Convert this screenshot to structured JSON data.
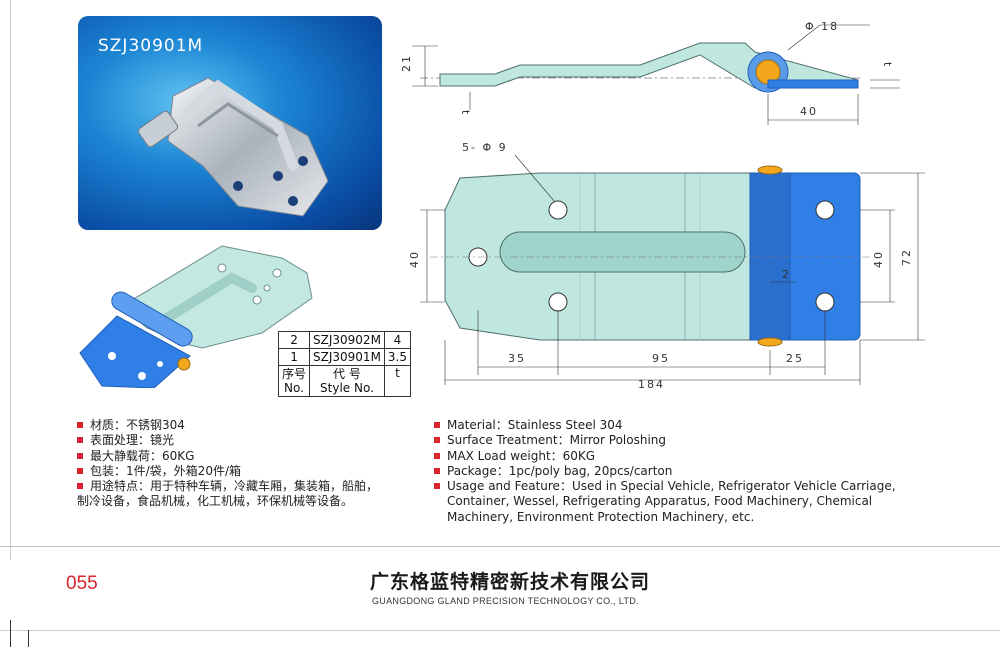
{
  "photo": {
    "title": "SZJ30901M"
  },
  "drawing": {
    "dims": {
      "phi18": "Φ 18",
      "h21": "21",
      "t_top": "t",
      "t_side": "t",
      "d40_side": "40",
      "holes": "5- Φ 9",
      "h40_left": "40",
      "h40_right": "40",
      "h72": "72",
      "gap2": "2",
      "w35": "35",
      "w95": "95",
      "w25": "25",
      "w184": "184"
    }
  },
  "table": {
    "rows": [
      {
        "no": "2",
        "style": "SZJ30902M",
        "t": "4"
      },
      {
        "no": "1",
        "style": "SZJ30901M",
        "t": "3.5"
      }
    ],
    "header": {
      "no_cn": "序号",
      "no_en": "No.",
      "style_cn": "代 号",
      "style_en": "Style No.",
      "t": "t"
    }
  },
  "features_cn": [
    "材质：不锈钢304",
    "表面处理：镜光",
    "最大静载荷：60KG",
    "包装：1件/袋，外箱20件/箱",
    "用途特点：用于特种车辆，冷藏车厢，集装箱，船舶，",
    "制冷设备，食品机械，化工机械，环保机械等设备。"
  ],
  "features_en": [
    "Material：Stainless Steel 304",
    "Surface Treatment：Mirror Poloshing",
    "MAX Load weight：60KG",
    "Package：1pc/poly bag,  20pcs/carton",
    "Usage and Feature：Used in Special Vehicle, Refrigerator Vehicle Carriage,",
    "Container, Wessel, Refrigerating Apparatus, Food Machinery, Chemical",
    "Machinery, Environment Protection Machinery, etc."
  ],
  "footer": {
    "page_number": "055",
    "company_cn": "广东格蓝特精密新技术有限公司",
    "company_en": "GUANGDONG GLAND PRECISION TECHNOLOGY CO., LTD."
  },
  "colors": {
    "accent_red": "#d9232d",
    "plate_green": "#bfe6df",
    "leaf_blue": "#2f7fe6",
    "pin_orange": "#f2a71c"
  }
}
